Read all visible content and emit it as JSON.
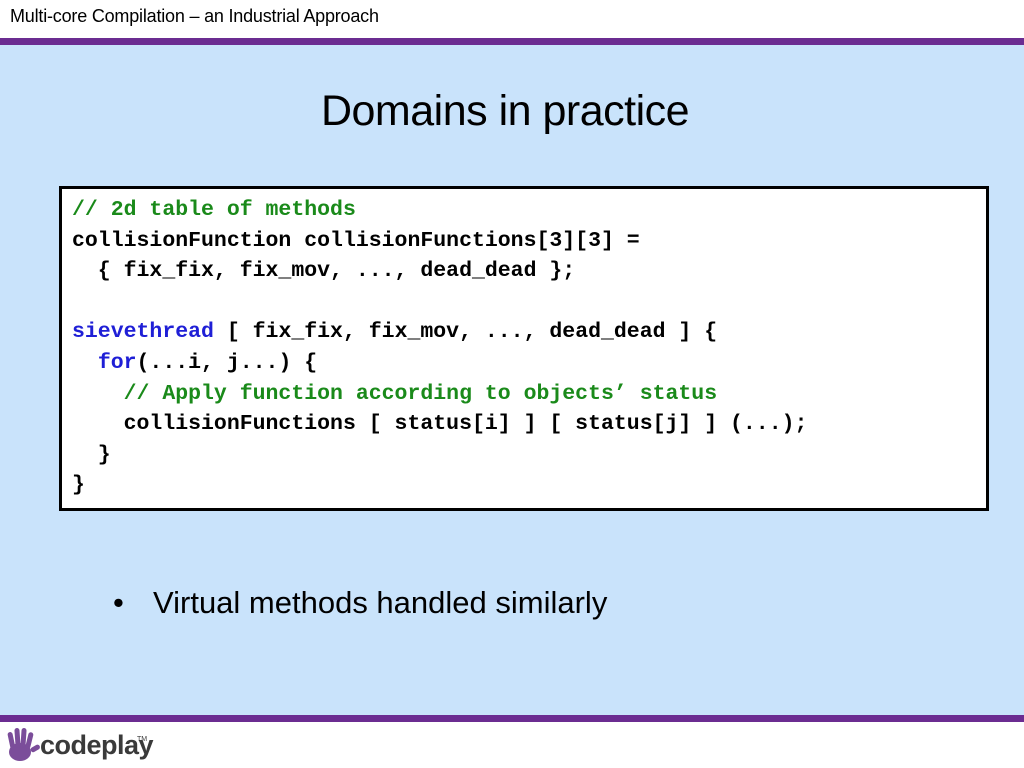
{
  "header": {
    "title": "Multi-core Compilation – an Industrial Approach"
  },
  "slide": {
    "title": "Domains in practice",
    "code_lines": [
      [
        {
          "text": "// 2d table of methods",
          "kind": "comment"
        }
      ],
      [
        {
          "text": "collisionFunction collisionFunctions[3][3] =",
          "kind": "plain"
        }
      ],
      [
        {
          "text": "  { fix_fix, fix_mov, ..., dead_dead };",
          "kind": "plain"
        }
      ],
      [
        {
          "text": "",
          "kind": "plain"
        }
      ],
      [
        {
          "text": "sievethread",
          "kind": "keyword"
        },
        {
          "text": " [ fix_fix, fix_mov, ..., dead_dead ] {",
          "kind": "plain"
        }
      ],
      [
        {
          "text": "  ",
          "kind": "plain"
        },
        {
          "text": "for",
          "kind": "keyword"
        },
        {
          "text": "(...i, j...) {",
          "kind": "plain"
        }
      ],
      [
        {
          "text": "    // Apply function according to objects’ status",
          "kind": "comment"
        }
      ],
      [
        {
          "text": "    collisionFunctions [ status[i] ] [ status[j] ] (...);",
          "kind": "plain"
        }
      ],
      [
        {
          "text": "  }",
          "kind": "plain"
        }
      ],
      [
        {
          "text": "}",
          "kind": "plain"
        }
      ]
    ],
    "bullets": [
      {
        "marker": "•",
        "text": "Virtual methods handled similarly"
      }
    ]
  },
  "footer": {
    "logo_text": "codeplay",
    "logo_tm": "TM",
    "logo_icon": "hand-icon"
  },
  "colors": {
    "accent_bar": "#6b2c91",
    "slide_background": "#c9e3fb",
    "code_comment": "#1a8a1a",
    "code_keyword": "#1f1fd6"
  }
}
